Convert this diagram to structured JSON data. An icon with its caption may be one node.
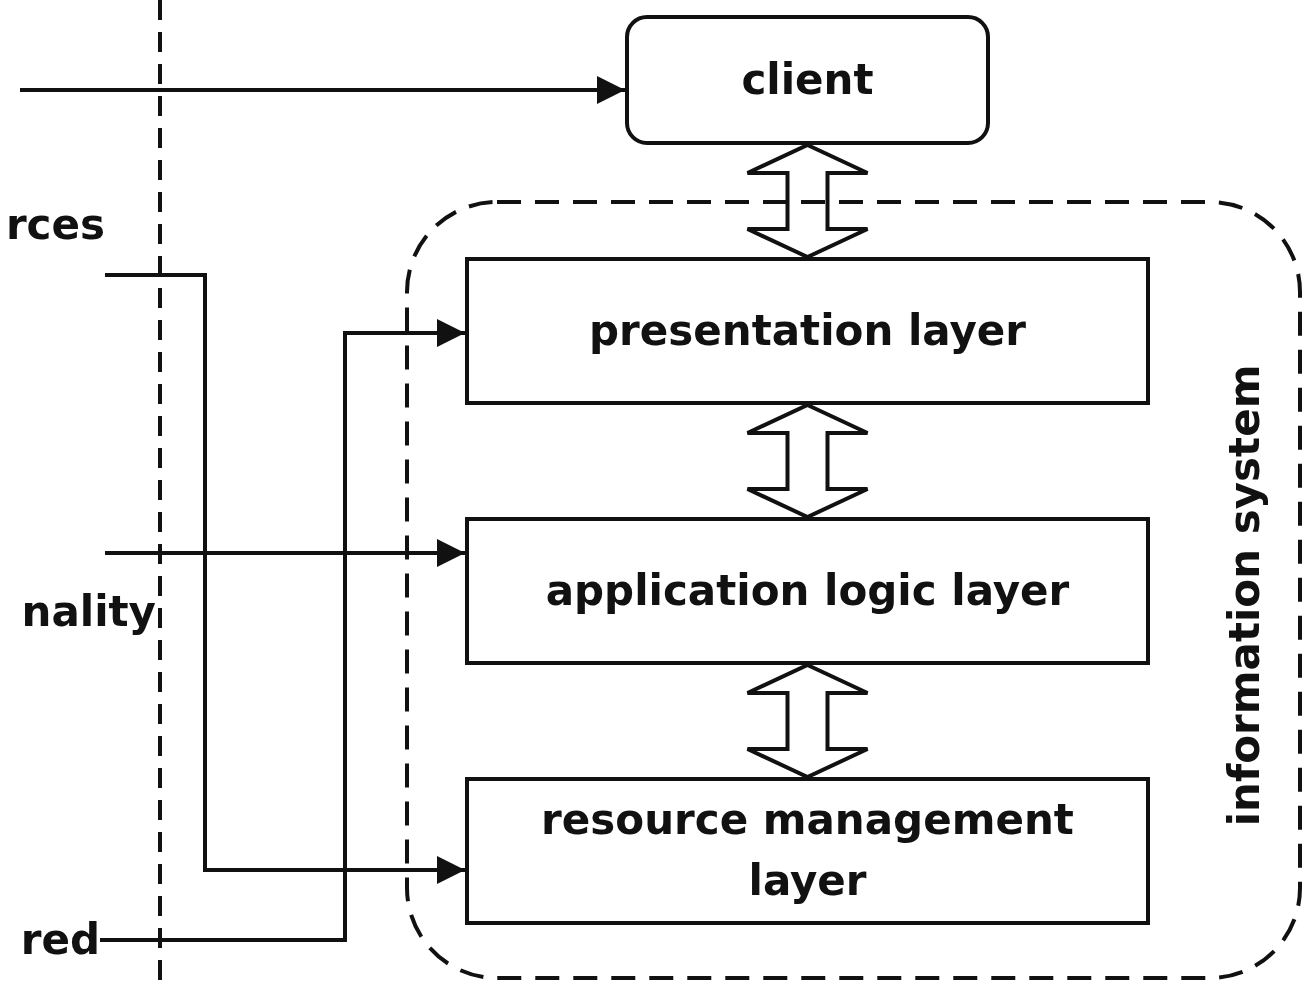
{
  "diagram": {
    "nodes": [
      {
        "text": [
          "client"
        ]
      },
      {
        "text": [
          "information system"
        ]
      },
      {
        "text": [
          "presentation layer"
        ],
        "in": 1
      },
      {
        "text": [
          "application logic layer"
        ],
        "in": 1
      },
      {
        "text": [
          "resource management layer"
        ],
        "in": 1
      },
      {
        "text": [
          "rces"
        ]
      },
      {
        "text": [
          "nality"
        ]
      },
      {
        "text": [
          "red"
        ]
      }
    ],
    "edges": [
      {
        "from": null,
        "to": 0,
        "arrow": "to"
      },
      {
        "from": 0,
        "to": 2,
        "arrow": "both",
        "style": "thick"
      },
      {
        "from": 2,
        "to": 3,
        "arrow": "both",
        "style": "thick"
      },
      {
        "from": 3,
        "to": 4,
        "arrow": "both",
        "style": "thick"
      },
      {
        "from": 5,
        "to": 4,
        "arrow": "to"
      },
      {
        "from": 6,
        "to": 3,
        "arrow": "to"
      },
      {
        "from": 7,
        "to": 2,
        "arrow": "to"
      }
    ]
  }
}
